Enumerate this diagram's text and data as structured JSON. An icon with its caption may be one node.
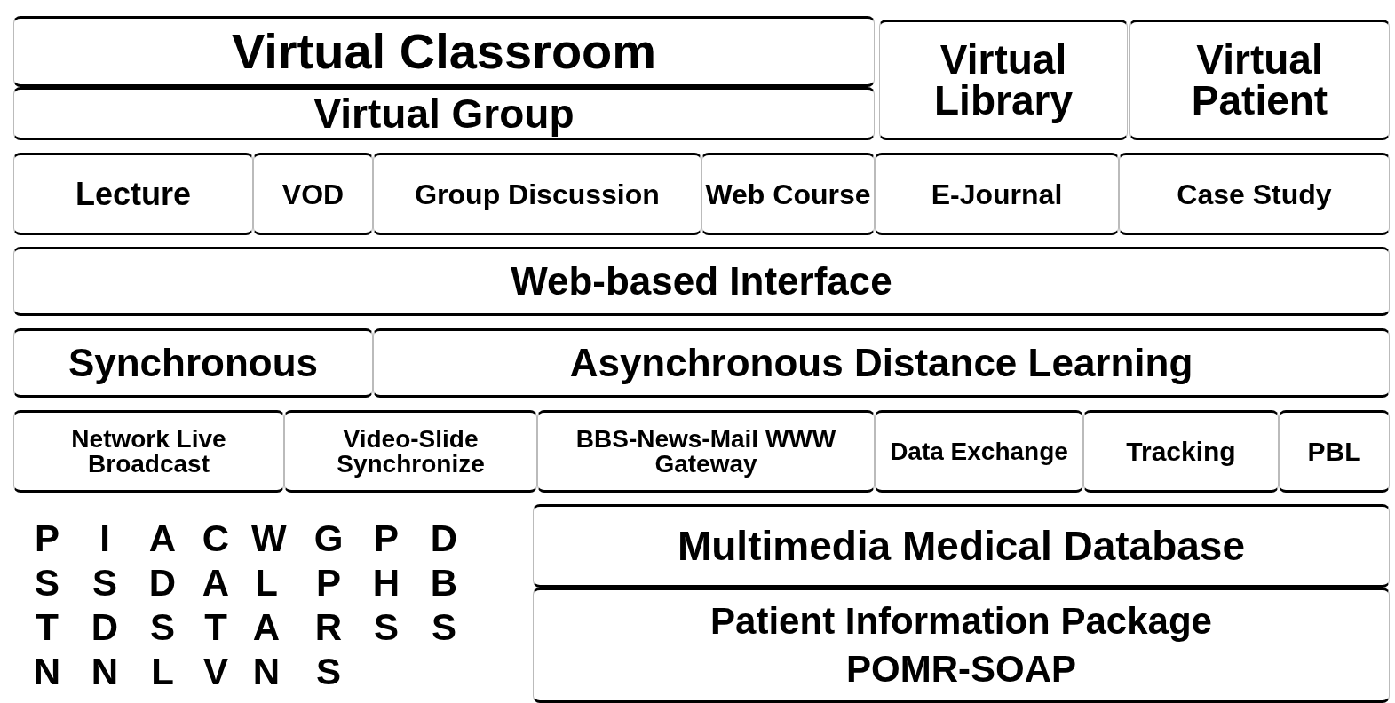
{
  "diagram": {
    "nodes": [
      {
        "text": [
          "Virtual Classroom"
        ]
      },
      {
        "text": [
          "Virtual Group"
        ]
      },
      {
        "text": [
          "Virtual Library"
        ]
      },
      {
        "text": [
          "Virtual Patient"
        ]
      },
      {
        "text": [
          "Lecture"
        ]
      },
      {
        "text": [
          "VOD"
        ]
      },
      {
        "text": [
          "Group Discussion"
        ]
      },
      {
        "text": [
          "Web Course"
        ]
      },
      {
        "text": [
          "E-Journal"
        ]
      },
      {
        "text": [
          "Case Study"
        ]
      },
      {
        "text": [
          "Web-based Interface"
        ]
      },
      {
        "text": [
          "Synchronous"
        ]
      },
      {
        "text": [
          "Asynchronous Distance Learning"
        ]
      },
      {
        "text": [
          "Network Live Broadcast"
        ]
      },
      {
        "text": [
          "Video-Slide Synchronize"
        ]
      },
      {
        "text": [
          "BBS-News-Mail WWW Gateway"
        ]
      },
      {
        "text": [
          "Data Exchange"
        ]
      },
      {
        "text": [
          "Tracking"
        ]
      },
      {
        "text": [
          "PBL"
        ]
      },
      {
        "text": [
          "Multimedia Medical Database"
        ]
      },
      {
        "text": [
          "Patient Information Package",
          "POMR-SOAP"
        ]
      }
    ],
    "edges": [],
    "labels": [
      "PSTN",
      "ISDN",
      "ADSL",
      "CATV",
      "WLAN",
      "GPRS",
      "PHS",
      "DBS"
    ]
  }
}
